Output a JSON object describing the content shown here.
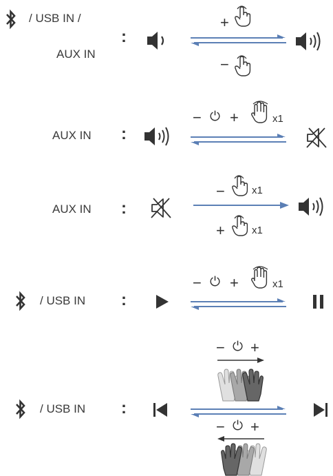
{
  "colors": {
    "arrow": "#5b7fb5",
    "ink": "#333333",
    "hand_light": "#d9d9d9",
    "hand_mid": "#a0a0a0",
    "hand_dark": "#606060"
  },
  "rows": [
    {
      "id": "volume",
      "source_top": "/ USB IN /",
      "source_bottom": "AUX IN",
      "colon": ":",
      "upper_op": "+",
      "lower_op": "−",
      "from_icon": "speaker-low-icon",
      "to_icon": "speaker-high-icon"
    },
    {
      "id": "mute",
      "source": "AUX IN",
      "colon": ":",
      "minus": "−",
      "plus": "+",
      "power": "⏻",
      "count": "x1",
      "from_icon": "speaker-high-icon",
      "to_icon": "speaker-muted-icon"
    },
    {
      "id": "unmute",
      "source": "AUX IN",
      "colon": ":",
      "upper_op": "−",
      "lower_op": "+",
      "count_upper": "x1",
      "count_lower": "x1",
      "from_icon": "speaker-muted-icon",
      "to_icon": "speaker-high-icon"
    },
    {
      "id": "play-pause",
      "source": "/ USB IN",
      "colon": ":",
      "minus": "−",
      "plus": "+",
      "power": "⏻",
      "count": "x1",
      "from_icon": "play-icon",
      "to_icon": "pause-icon"
    },
    {
      "id": "track",
      "source": "/ USB IN",
      "colon": ":",
      "minus": "−",
      "plus": "+",
      "power": "⏻",
      "from_icon": "previous-track-icon",
      "to_icon": "next-track-icon"
    }
  ]
}
